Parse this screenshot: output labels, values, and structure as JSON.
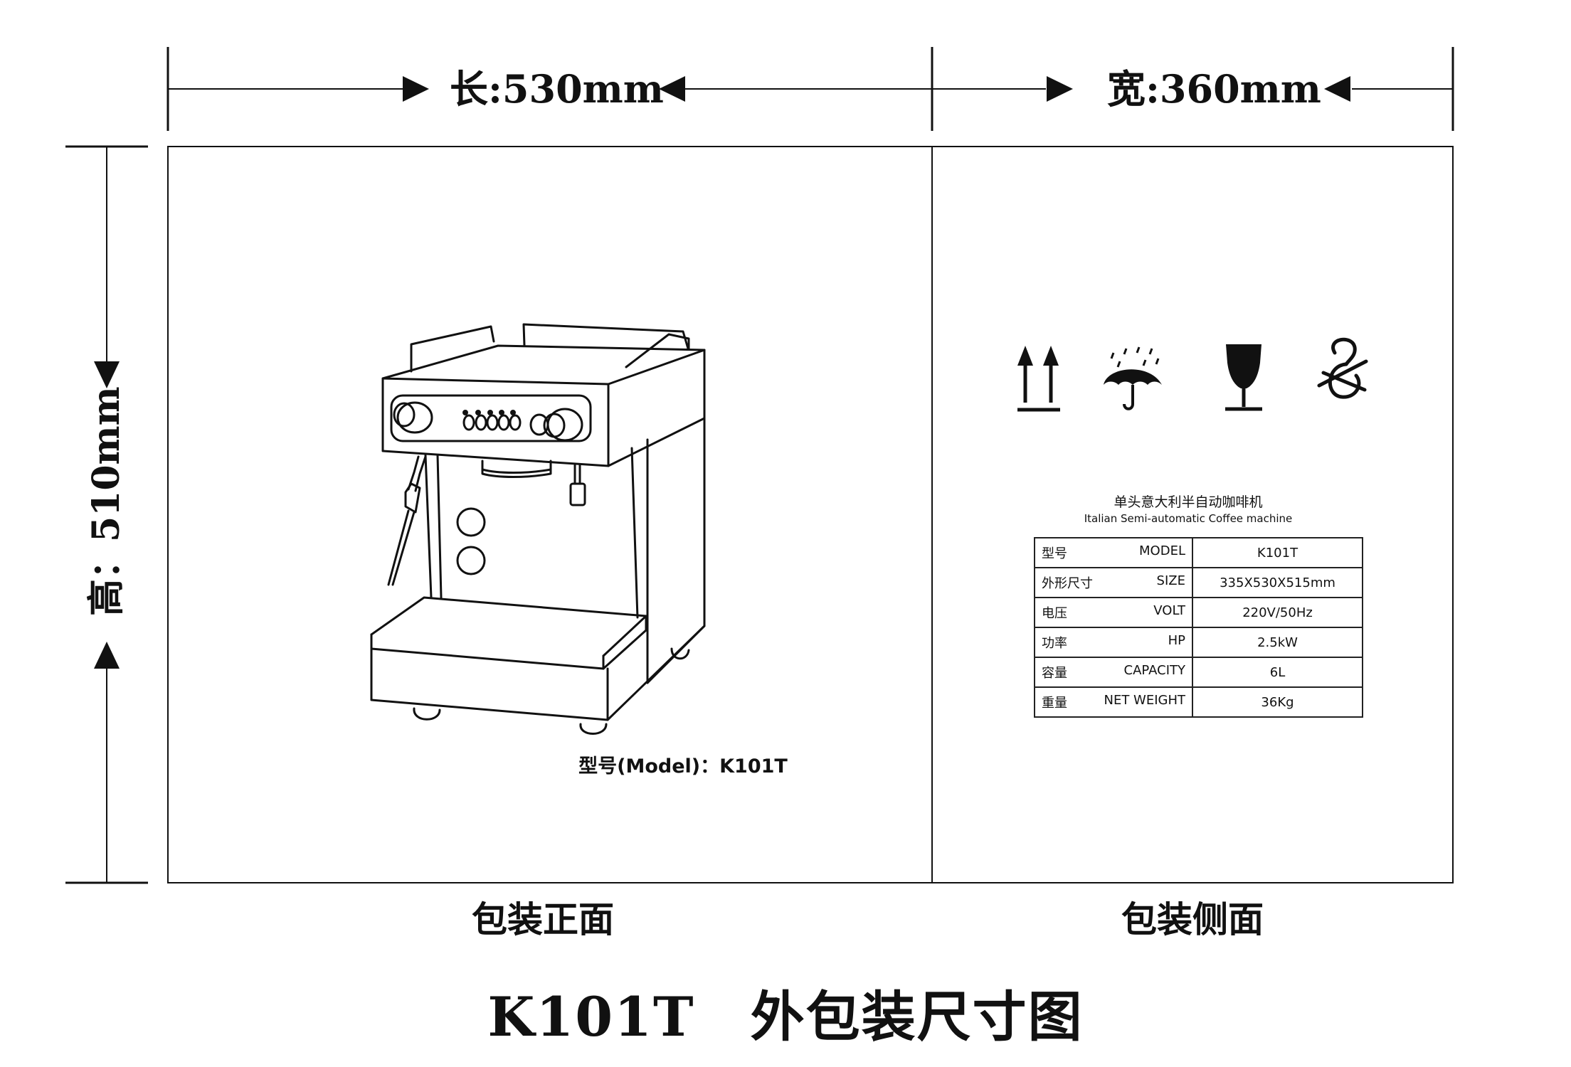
{
  "dimensions": {
    "length": "长:530mm",
    "width": "宽:360mm",
    "height": "高：510mm"
  },
  "front_panel": {
    "caption": "包装正面",
    "model_caption": "型号(Model)：K101T"
  },
  "side_panel": {
    "caption": "包装侧面",
    "handling_icons": [
      "this-way-up-icon",
      "keep-dry-icon",
      "fragile-icon",
      "no-hooks-icon"
    ],
    "product_title": "单头意大利半自动咖啡机",
    "product_subtitle": "Italian Semi-automatic Coffee machine",
    "specs": [
      {
        "label_cn": "型号",
        "label_en": "MODEL",
        "value": "K101T"
      },
      {
        "label_cn": "外形尺寸",
        "label_en": "SIZE",
        "value": "335X530X515mm"
      },
      {
        "label_cn": "电压",
        "label_en": "VOLT",
        "value": "220V/50Hz"
      },
      {
        "label_cn": "功率",
        "label_en": "HP",
        "value": "2.5kW"
      },
      {
        "label_cn": "容量",
        "label_en": "CAPACITY",
        "value": "6L"
      },
      {
        "label_cn": "重量",
        "label_en": "NET WEIGHT",
        "value": "36Kg"
      }
    ]
  },
  "title": "K101T　外包装尺寸图"
}
